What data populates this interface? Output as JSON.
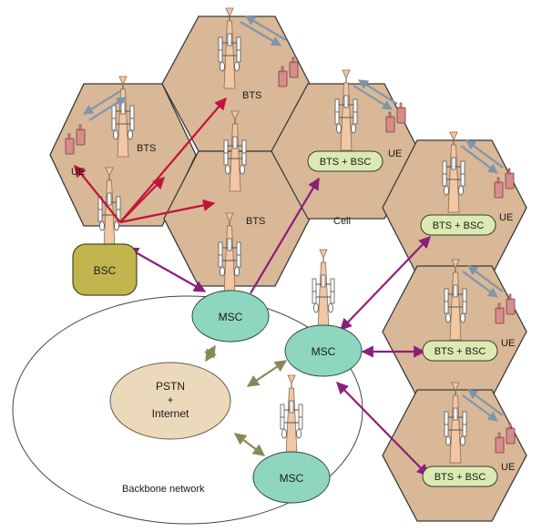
{
  "labels": {
    "bts": "BTS",
    "bts_bsc": "BTS + BSC",
    "ue": "UE",
    "bsc": "BSC",
    "msc": "MSC",
    "cell": "Cell",
    "pstn_line1": "PSTN",
    "pstn_line2": "+",
    "pstn_line3": "Internet",
    "backbone": "Backbone network"
  },
  "colors": {
    "cell_fill": "#d8b896",
    "bsc_fill": "#c2b54e",
    "bts_bsc_fill": "#dbeab0",
    "msc_fill": "#8fd6c0",
    "pstn_fill": "#ecd8ba",
    "bts_link": "#c0143c",
    "bsc_link": "#8e1e7e",
    "pstn_link": "#8b8855",
    "radio_link": "#7f95ad"
  }
}
